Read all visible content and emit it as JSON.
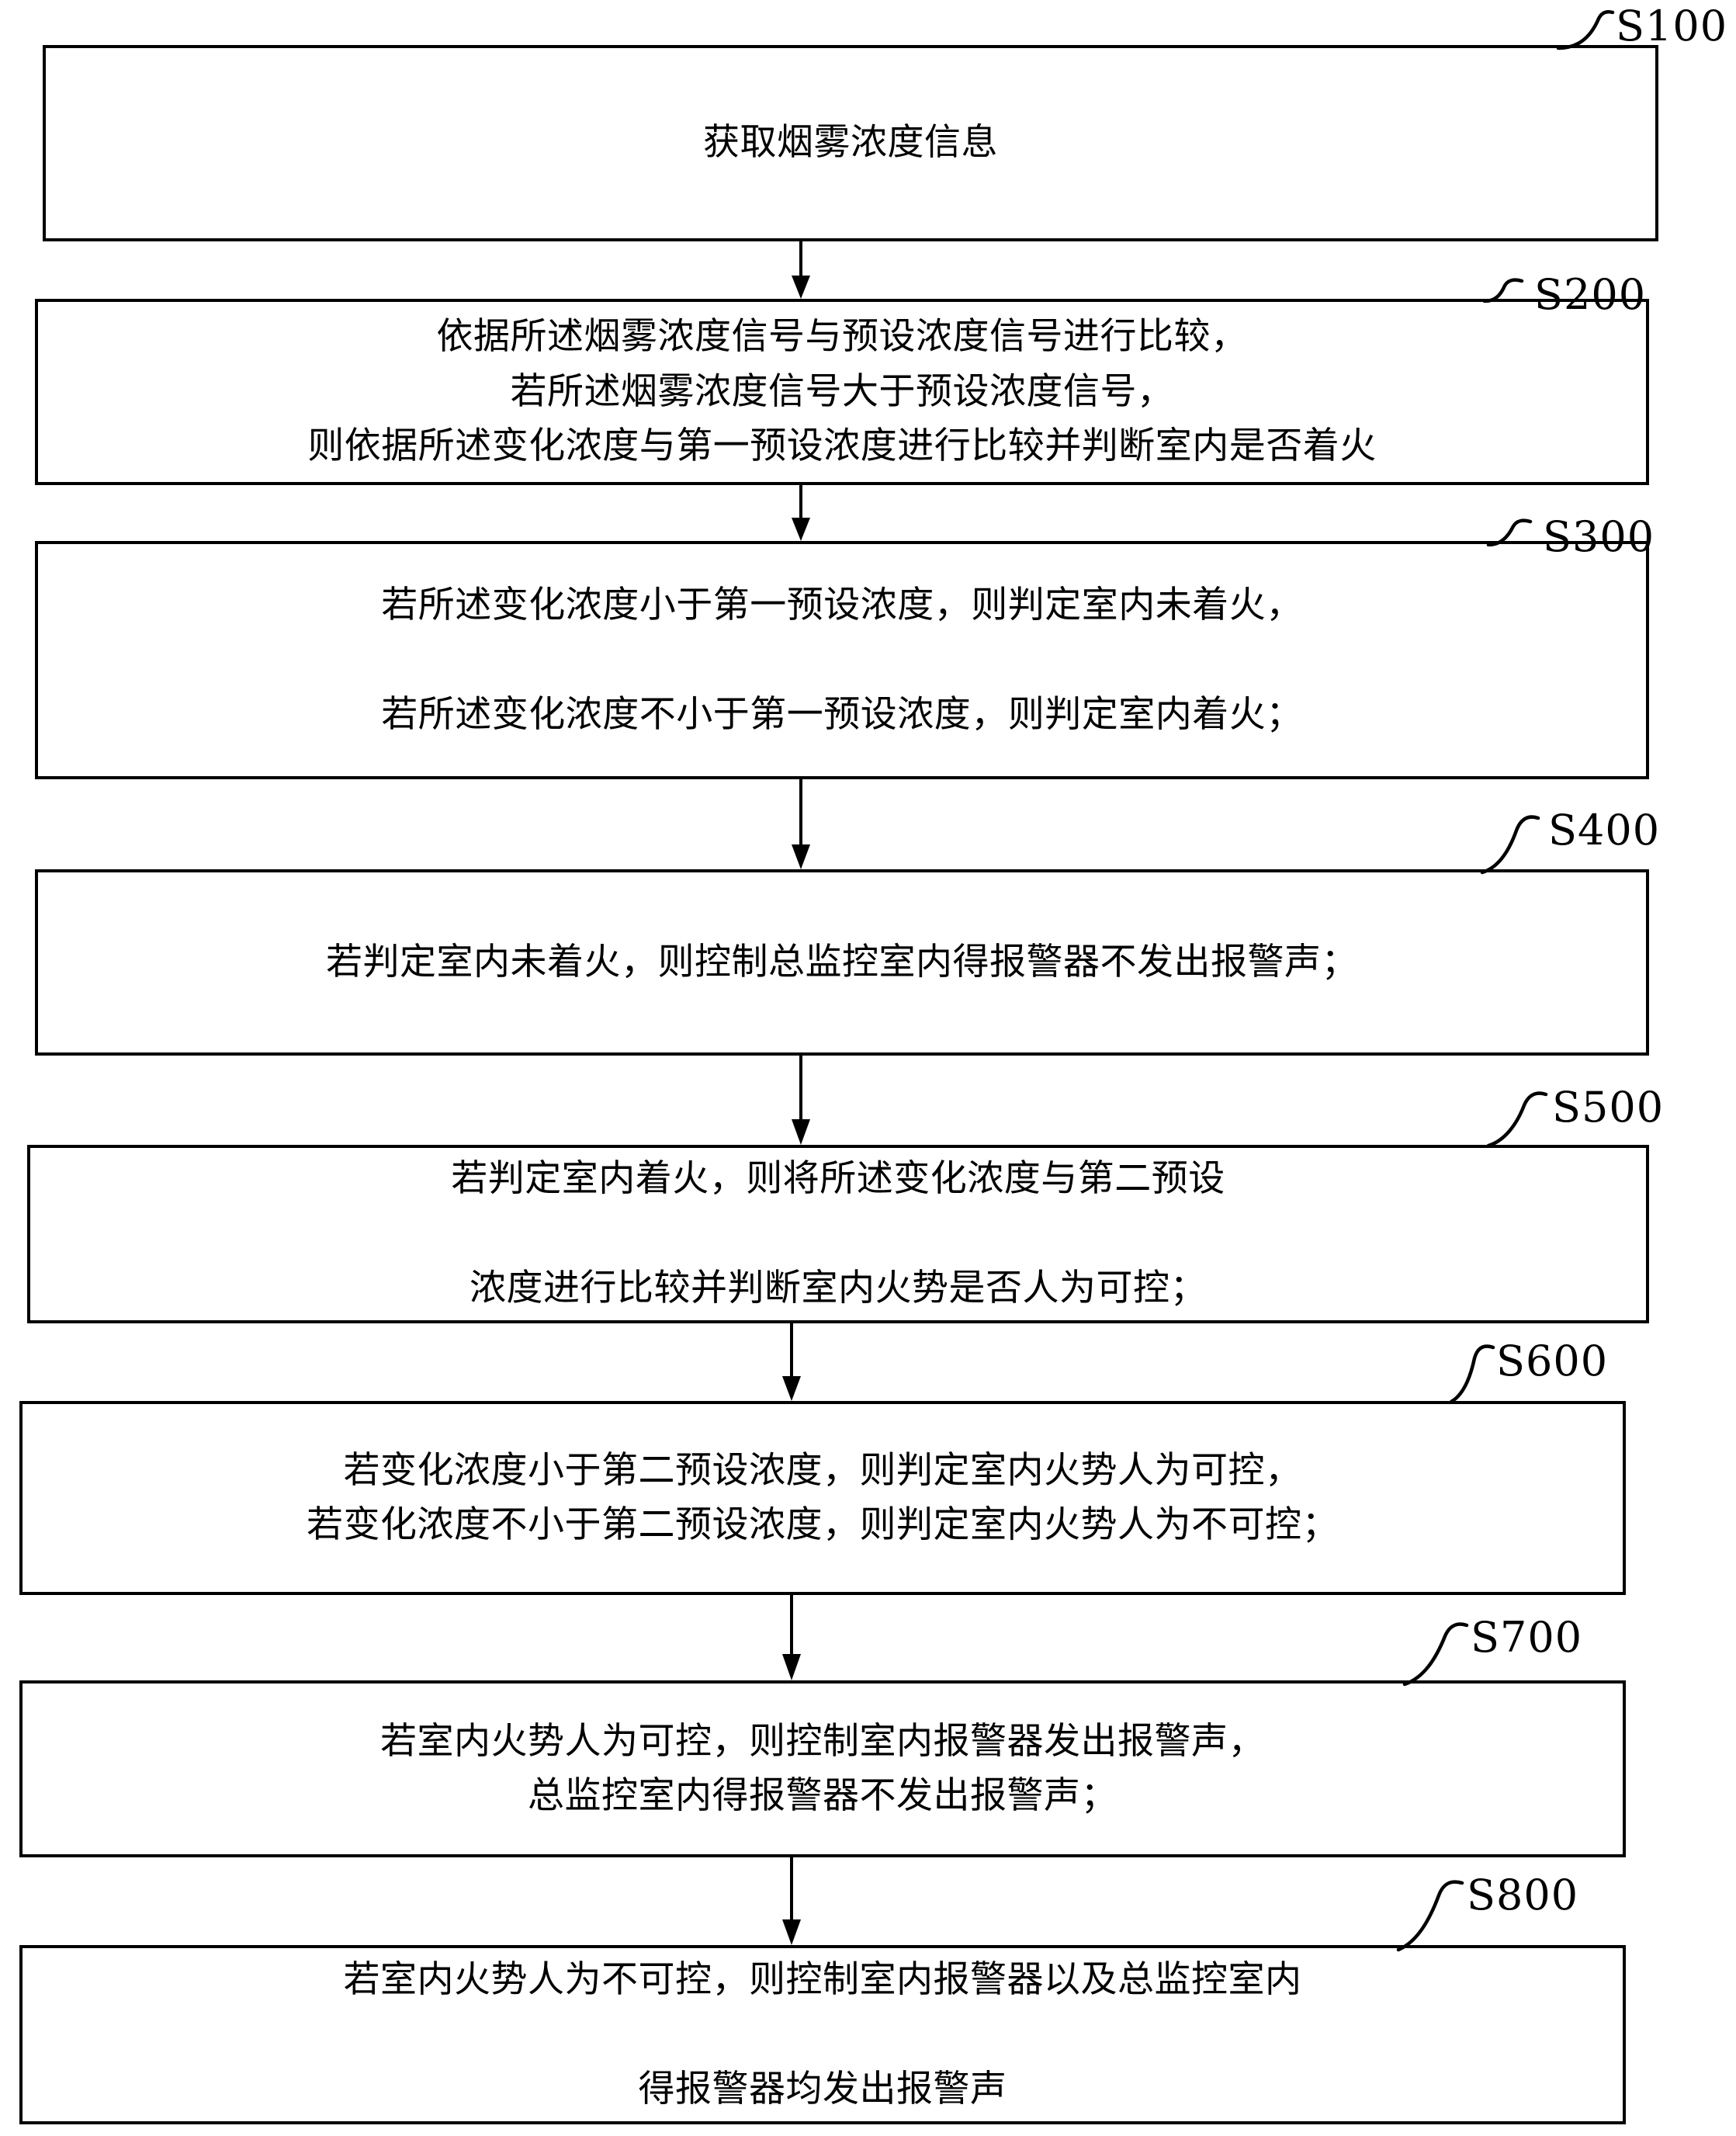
{
  "figure": {
    "type": "patent-flowchart",
    "orientation": "vertical",
    "background_color": "#ffffff",
    "line_color": "#000000"
  },
  "steps": [
    {
      "id": "S100",
      "label": "S100",
      "lines": [
        "获取烟雾浓度信息"
      ],
      "text": "获取烟雾浓度信息"
    },
    {
      "id": "S200",
      "label": "S200",
      "lines": [
        "依据所述烟雾浓度信号与预设浓度信号进行比较，",
        "若所述烟雾浓度信号大于预设浓度信号，",
        "则依据所述变化浓度与第一预设浓度进行比较并判断室内是否着火"
      ],
      "text": "依据所述烟雾浓度信号与预设浓度信号进行比较，\n若所述烟雾浓度信号大于预设浓度信号，\n则依据所述变化浓度与第一预设浓度进行比较并判断室内是否着火"
    },
    {
      "id": "S300",
      "label": "S300",
      "lines": [
        "若所述变化浓度小于第一预设浓度，则判定室内未着火，",
        "若所述变化浓度不小于第一预设浓度，则判定室内着火；"
      ],
      "text": "若所述变化浓度小于第一预设浓度，则判定室内未着火，\n\n若所述变化浓度不小于第一预设浓度，则判定室内着火；"
    },
    {
      "id": "S400",
      "label": "S400",
      "lines": [
        "若判定室内未着火，则控制总监控室内得报警器不发出报警声；"
      ],
      "text": "若判定室内未着火，则控制总监控室内得报警器不发出报警声；"
    },
    {
      "id": "S500",
      "label": "S500",
      "lines": [
        "若判定室内着火，则将所述变化浓度与第二预设",
        "浓度进行比较并判断室内火势是否人为可控；"
      ],
      "text": "若判定室内着火，则将所述变化浓度与第二预设\n\n浓度进行比较并判断室内火势是否人为可控；"
    },
    {
      "id": "S600",
      "label": "S600",
      "lines": [
        "若变化浓度小于第二预设浓度，则判定室内火势人为可控，",
        "若变化浓度不小于第二预设浓度，则判定室内火势人为不可控；"
      ],
      "text": "若变化浓度小于第二预设浓度，则判定室内火势人为可控，\n若变化浓度不小于第二预设浓度，则判定室内火势人为不可控；"
    },
    {
      "id": "S700",
      "label": "S700",
      "lines": [
        "若室内火势人为可控，则控制室内报警器发出报警声，",
        "总监控室内得报警器不发出报警声；"
      ],
      "text": "若室内火势人为可控，则控制室内报警器发出报警声，\n总监控室内得报警器不发出报警声；"
    },
    {
      "id": "S800",
      "label": "S800",
      "lines": [
        "若室内火势人为不可控，则控制室内报警器以及总监控室内",
        "得报警器均发出报警声"
      ],
      "text": "若室内火势人为不可控，则控制室内报警器以及总监控室内\n\n得报警器均发出报警声"
    }
  ],
  "connectors": [
    {
      "from": "S100",
      "to": "S200"
    },
    {
      "from": "S200",
      "to": "S300"
    },
    {
      "from": "S300",
      "to": "S400"
    },
    {
      "from": "S400",
      "to": "S500"
    },
    {
      "from": "S500",
      "to": "S600"
    },
    {
      "from": "S600",
      "to": "S700"
    },
    {
      "from": "S700",
      "to": "S800"
    }
  ]
}
